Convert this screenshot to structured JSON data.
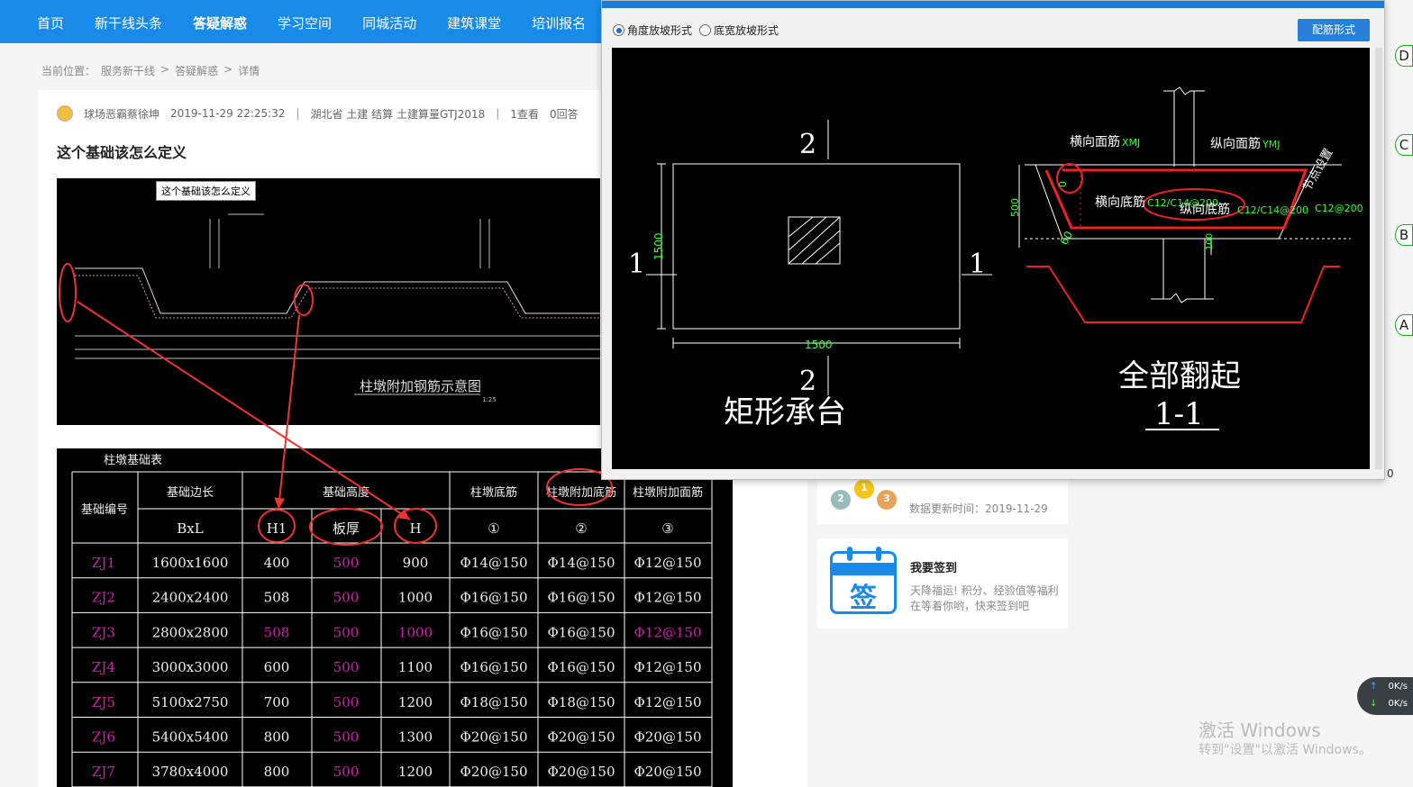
{
  "nav": {
    "items": [
      "首页",
      "新干线头条",
      "答疑解惑",
      "学习空间",
      "同城活动",
      "建筑课堂",
      "培训报名"
    ],
    "active_index": 2
  },
  "breadcrumb": {
    "prefix": "当前位置：",
    "items": [
      "服务新干线",
      "答疑解惑",
      "详情"
    ],
    "separator": ">"
  },
  "post": {
    "author": "球场恶霸蔡徐坤",
    "datetime": "2019-11-29 22:25:32",
    "sep": "|",
    "tags": "湖北省  土建 结算 土建算量GTJ2018",
    "views": "1查看",
    "answers": "0回答",
    "title": "这个基础该怎么定义"
  },
  "image1": {
    "caption": "这个基础该怎么定义",
    "drawing_title": "柱墩附加钢筋示意图",
    "scale": "1:25"
  },
  "image2": {
    "table_title": "柱墩基础表",
    "headers": {
      "code": "基础编号",
      "side": "基础边长",
      "height": "基础高度",
      "bottom": "柱墩底筋",
      "add_bottom": "柱墩附加底筋",
      "add_top": "柱墩附加面筋"
    },
    "subheaders": [
      "BxL",
      "H1",
      "板厚",
      "H",
      "①",
      "②",
      "③"
    ],
    "rows": [
      [
        "ZJ1",
        "1600x1600",
        "400",
        "500",
        "900",
        "Φ14@150",
        "Φ14@150",
        "Φ12@150"
      ],
      [
        "ZJ2",
        "2400x2400",
        "508",
        "500",
        "1000",
        "Φ16@150",
        "Φ16@150",
        "Φ12@150"
      ],
      [
        "ZJ3",
        "2800x2800",
        "508",
        "500",
        "1000",
        "Φ16@150",
        "Φ16@150",
        "Φ12@150"
      ],
      [
        "ZJ4",
        "3000x3000",
        "600",
        "500",
        "1100",
        "Φ16@150",
        "Φ16@150",
        "Φ12@150"
      ],
      [
        "ZJ5",
        "5100x2750",
        "700",
        "500",
        "1200",
        "Φ18@150",
        "Φ18@150",
        "Φ12@150"
      ],
      [
        "ZJ6",
        "5400x5400",
        "800",
        "500",
        "1300",
        "Φ20@150",
        "Φ20@150",
        "Φ20@150"
      ],
      [
        "ZJ7",
        "3780x4000",
        "800",
        "500",
        "1200",
        "Φ20@150",
        "Φ20@150",
        "Φ20@150"
      ]
    ]
  },
  "sidebar": {
    "update_time": "数据更新时间：2019-11-29",
    "medals": [
      "2",
      "1",
      "3"
    ],
    "sign_glyph": "签",
    "sign_title": "我要签到",
    "sign_desc": "天降福运! 积分、经验值等福利在等着你哟，快来签到吧"
  },
  "axis_letters": [
    "D",
    "C",
    "B",
    "A"
  ],
  "net": {
    "up": "0K/s",
    "down": "0K/s"
  },
  "windows": {
    "line1": "激活 Windows",
    "line2": "转到\"设置\"以激活 Windows。"
  },
  "dialog": {
    "option1": "角度放坡形式",
    "option2": "底宽放坡形式",
    "selected": 1,
    "button": "配筋形式",
    "plan": {
      "sec_top": "2",
      "sec_bottom": "2",
      "sec_left": "1",
      "sec_right": "1",
      "dim_v": "1500",
      "dim_h": "1500",
      "name": "矩形承台"
    },
    "section": {
      "label_h_top": "横向面筋",
      "code_h_top": "XMJ",
      "label_v_top": "纵向面筋",
      "code_v_top": "YMJ",
      "label_h_bottom": "横向底筋",
      "label_v_bottom": "纵向底筋",
      "rebar1": "C12/C14@200",
      "rebar2": "C12/C14@200",
      "rebar3": "C12@200",
      "node": "节点设置",
      "dim_500": "500",
      "dim_100": "100",
      "angle": "60",
      "zero": "0",
      "title": "全部翻起",
      "cut": "1-1"
    }
  },
  "stray_zero": "0"
}
